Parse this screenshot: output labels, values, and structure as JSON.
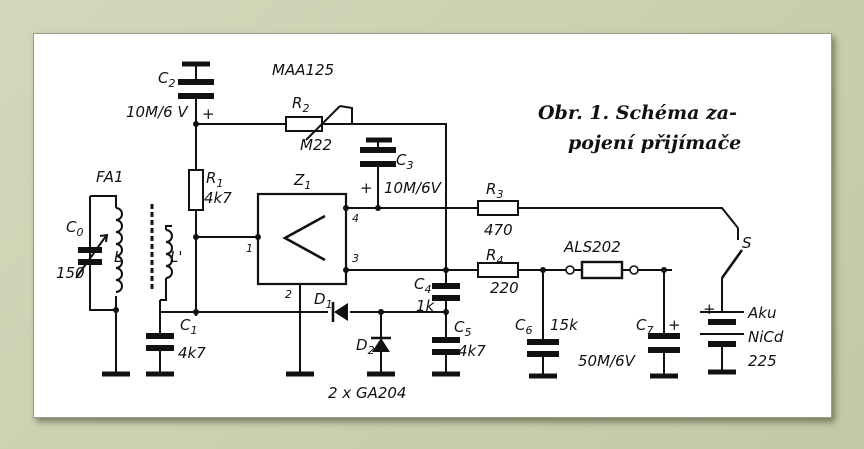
{
  "title_lines": [
    "Obr. 1. Schéma za-",
    "pojení přijímače"
  ],
  "ic": {
    "chip": "MAA125",
    "ref": "Z",
    "ref_sub": "1",
    "pins": [
      "1",
      "2",
      "3",
      "4"
    ]
  },
  "coil": {
    "ref": "FA1",
    "primary": "L",
    "secondary": "L'"
  },
  "components": {
    "c0": {
      "ref": "C",
      "sub": "0",
      "value": "150"
    },
    "c1": {
      "ref": "C",
      "sub": "1",
      "value": "4k7"
    },
    "c2": {
      "ref": "C",
      "sub": "2",
      "value": "10M/6 V",
      "polarity": "+"
    },
    "c3": {
      "ref": "C",
      "sub": "3",
      "value": "10M/6V",
      "polarity": "+"
    },
    "c4": {
      "ref": "C",
      "sub": "4",
      "value": "1k"
    },
    "c5": {
      "ref": "C",
      "sub": "5",
      "value": "4k7"
    },
    "c6": {
      "ref": "C",
      "sub": "6",
      "value": "15k"
    },
    "c7": {
      "ref": "C",
      "sub": "7",
      "value": "50M/6V",
      "polarity": "+"
    },
    "r1": {
      "ref": "R",
      "sub": "1",
      "value": "4k7"
    },
    "r2": {
      "ref": "R",
      "sub": "2",
      "value": "M22"
    },
    "r3": {
      "ref": "R",
      "sub": "3",
      "value": "470"
    },
    "r4": {
      "ref": "R",
      "sub": "4",
      "value": "220"
    },
    "d1": {
      "ref": "D",
      "sub": "1"
    },
    "d2": {
      "ref": "D",
      "sub": "2"
    },
    "diodes_type": "2 x GA204",
    "earphone": "ALS202",
    "switch": "S",
    "battery": {
      "polarity": "+",
      "line1": "Aku",
      "line2": "NiCd",
      "line3": "225"
    }
  }
}
